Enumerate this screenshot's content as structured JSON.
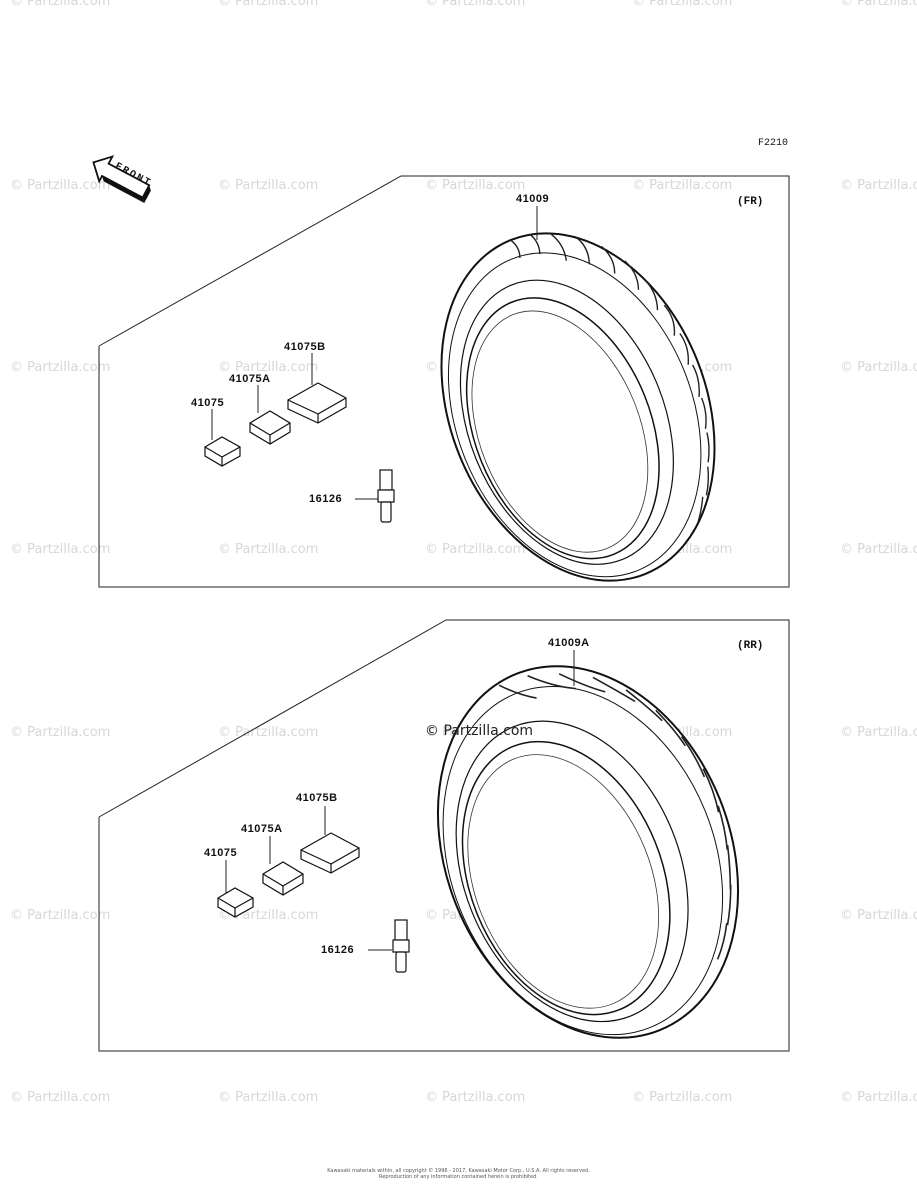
{
  "watermark_text": "© Partzilla.com",
  "center_watermark": "© Partzilla.com",
  "figure_code": "F2210",
  "front_label": "FRONT",
  "front_panel": {
    "position_label": "(FR)",
    "tire_part": "41009",
    "parts": {
      "weight": "41075",
      "weight_a": "41075A",
      "weight_b": "41075B",
      "valve": "16126"
    }
  },
  "rear_panel": {
    "position_label": "(RR)",
    "tire_part": "41009A",
    "parts": {
      "weight": "41075",
      "weight_a": "41075A",
      "weight_b": "41075B",
      "valve": "16126"
    }
  },
  "copyright_line1": "Kawasaki materials within, all copyright © 1996 - 2017, Kawasaki Motor Corp., U.S.A.  All rights reserved.",
  "copyright_line2": "Reproduction of any information contained herein is prohibited."
}
